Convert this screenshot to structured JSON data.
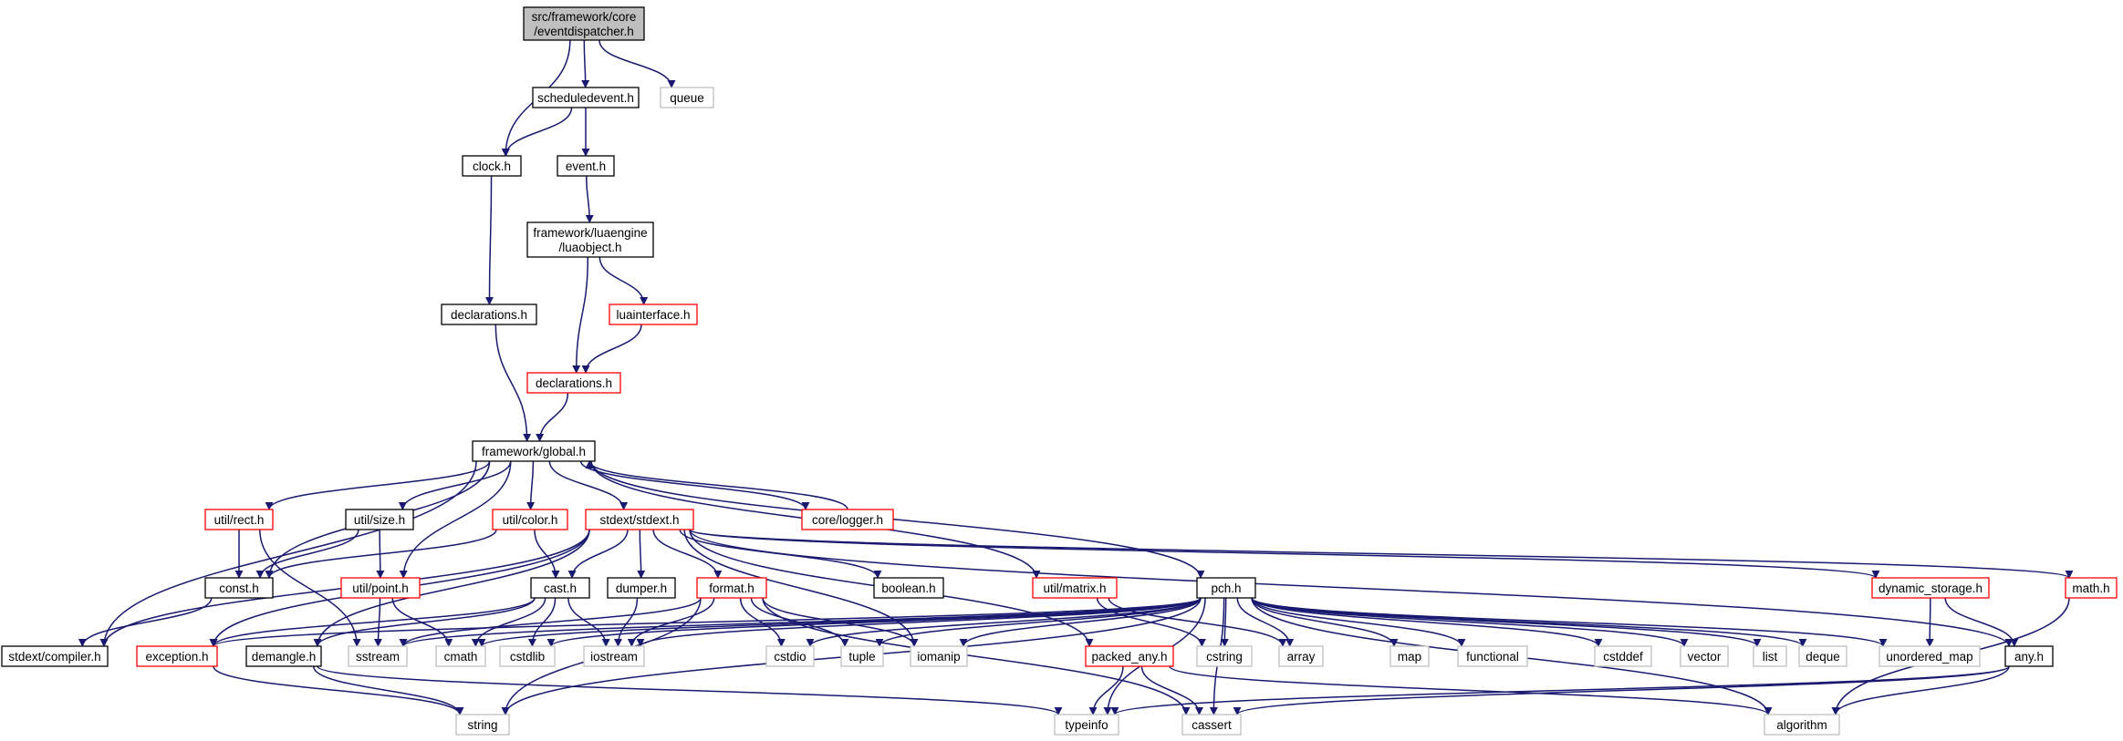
{
  "colors": {
    "edge": "#191970",
    "root_fill": "#bfbfbf",
    "border_documented": "#000000",
    "border_undocumented": "#ff0000",
    "border_external": "#bfbfbf"
  },
  "nodes": [
    {
      "id": "eventdispatcher",
      "lines": [
        "src/framework/core",
        "/eventdispatcher.h"
      ],
      "style": "root"
    },
    {
      "id": "scheduledevent",
      "lines": [
        "scheduledevent.h"
      ],
      "style": "documented"
    },
    {
      "id": "queue",
      "lines": [
        "queue"
      ],
      "style": "external"
    },
    {
      "id": "clock",
      "lines": [
        "clock.h"
      ],
      "style": "documented"
    },
    {
      "id": "event",
      "lines": [
        "event.h"
      ],
      "style": "documented"
    },
    {
      "id": "luaobject",
      "lines": [
        "framework/luaengine",
        "/luaobject.h"
      ],
      "style": "documented"
    },
    {
      "id": "declarations1",
      "lines": [
        "declarations.h"
      ],
      "style": "documented"
    },
    {
      "id": "luainterface",
      "lines": [
        "luainterface.h"
      ],
      "style": "undocumented"
    },
    {
      "id": "declarations2",
      "lines": [
        "declarations.h"
      ],
      "style": "undocumented"
    },
    {
      "id": "global",
      "lines": [
        "framework/global.h"
      ],
      "style": "documented"
    },
    {
      "id": "rect",
      "lines": [
        "util/rect.h"
      ],
      "style": "undocumented"
    },
    {
      "id": "size",
      "lines": [
        "util/size.h"
      ],
      "style": "documented"
    },
    {
      "id": "color",
      "lines": [
        "util/color.h"
      ],
      "style": "undocumented"
    },
    {
      "id": "stdext",
      "lines": [
        "stdext/stdext.h"
      ],
      "style": "undocumented"
    },
    {
      "id": "logger",
      "lines": [
        "core/logger.h"
      ],
      "style": "undocumented"
    },
    {
      "id": "const",
      "lines": [
        "const.h"
      ],
      "style": "documented"
    },
    {
      "id": "point",
      "lines": [
        "util/point.h"
      ],
      "style": "undocumented"
    },
    {
      "id": "cast",
      "lines": [
        "cast.h"
      ],
      "style": "documented"
    },
    {
      "id": "dumper",
      "lines": [
        "dumper.h"
      ],
      "style": "documented"
    },
    {
      "id": "format",
      "lines": [
        "format.h"
      ],
      "style": "undocumented"
    },
    {
      "id": "boolean",
      "lines": [
        "boolean.h"
      ],
      "style": "documented"
    },
    {
      "id": "matrix",
      "lines": [
        "util/matrix.h"
      ],
      "style": "undocumented"
    },
    {
      "id": "pch",
      "lines": [
        "pch.h"
      ],
      "style": "documented"
    },
    {
      "id": "dynstorage",
      "lines": [
        "dynamic_storage.h"
      ],
      "style": "undocumented"
    },
    {
      "id": "math",
      "lines": [
        "math.h"
      ],
      "style": "undocumented"
    },
    {
      "id": "compiler",
      "lines": [
        "stdext/compiler.h"
      ],
      "style": "documented"
    },
    {
      "id": "exception",
      "lines": [
        "exception.h"
      ],
      "style": "undocumented"
    },
    {
      "id": "demangle",
      "lines": [
        "demangle.h"
      ],
      "style": "documented"
    },
    {
      "id": "sstream",
      "lines": [
        "sstream"
      ],
      "style": "external"
    },
    {
      "id": "cmath",
      "lines": [
        "cmath"
      ],
      "style": "external"
    },
    {
      "id": "cstdlib",
      "lines": [
        "cstdlib"
      ],
      "style": "external"
    },
    {
      "id": "iostream",
      "lines": [
        "iostream"
      ],
      "style": "external"
    },
    {
      "id": "cstdio",
      "lines": [
        "cstdio"
      ],
      "style": "external"
    },
    {
      "id": "tuple",
      "lines": [
        "tuple"
      ],
      "style": "external"
    },
    {
      "id": "iomanip",
      "lines": [
        "iomanip"
      ],
      "style": "external"
    },
    {
      "id": "packedany",
      "lines": [
        "packed_any.h"
      ],
      "style": "undocumented"
    },
    {
      "id": "cstring",
      "lines": [
        "cstring"
      ],
      "style": "external"
    },
    {
      "id": "array",
      "lines": [
        "array"
      ],
      "style": "external"
    },
    {
      "id": "map",
      "lines": [
        "map"
      ],
      "style": "external"
    },
    {
      "id": "functional",
      "lines": [
        "functional"
      ],
      "style": "external"
    },
    {
      "id": "cstddef",
      "lines": [
        "cstddef"
      ],
      "style": "external"
    },
    {
      "id": "vector",
      "lines": [
        "vector"
      ],
      "style": "external"
    },
    {
      "id": "list",
      "lines": [
        "list"
      ],
      "style": "external"
    },
    {
      "id": "deque",
      "lines": [
        "deque"
      ],
      "style": "external"
    },
    {
      "id": "unorderedmap",
      "lines": [
        "unordered_map"
      ],
      "style": "external"
    },
    {
      "id": "any",
      "lines": [
        "any.h"
      ],
      "style": "documented"
    },
    {
      "id": "string",
      "lines": [
        "string"
      ],
      "style": "external"
    },
    {
      "id": "typeinfo",
      "lines": [
        "typeinfo"
      ],
      "style": "external"
    },
    {
      "id": "cassert",
      "lines": [
        "cassert"
      ],
      "style": "external"
    },
    {
      "id": "algorithm",
      "lines": [
        "algorithm"
      ],
      "style": "external"
    }
  ],
  "edges": [
    [
      "eventdispatcher",
      "scheduledevent"
    ],
    [
      "eventdispatcher",
      "queue"
    ],
    [
      "eventdispatcher",
      "clock"
    ],
    [
      "scheduledevent",
      "clock"
    ],
    [
      "scheduledevent",
      "event"
    ],
    [
      "clock",
      "declarations1"
    ],
    [
      "event",
      "luaobject"
    ],
    [
      "luaobject",
      "declarations2"
    ],
    [
      "luaobject",
      "luainterface"
    ],
    [
      "luainterface",
      "declarations2"
    ],
    [
      "declarations1",
      "global"
    ],
    [
      "declarations2",
      "global"
    ],
    [
      "global",
      "compiler"
    ],
    [
      "global",
      "rect"
    ],
    [
      "global",
      "size"
    ],
    [
      "global",
      "const"
    ],
    [
      "global",
      "point"
    ],
    [
      "global",
      "color"
    ],
    [
      "global",
      "stdext"
    ],
    [
      "global",
      "logger"
    ],
    [
      "global",
      "matrix"
    ],
    [
      "global",
      "pch"
    ],
    [
      "logger",
      "global"
    ],
    [
      "rect",
      "const"
    ],
    [
      "rect",
      "sstream"
    ],
    [
      "size",
      "const"
    ],
    [
      "size",
      "point"
    ],
    [
      "color",
      "const"
    ],
    [
      "color",
      "cast"
    ],
    [
      "point",
      "cmath"
    ],
    [
      "point",
      "sstream"
    ],
    [
      "const",
      "compiler"
    ],
    [
      "stdext",
      "compiler"
    ],
    [
      "stdext",
      "cast"
    ],
    [
      "stdext",
      "dumper"
    ],
    [
      "stdext",
      "format"
    ],
    [
      "stdext",
      "boolean"
    ],
    [
      "stdext",
      "demangle"
    ],
    [
      "stdext",
      "exception"
    ],
    [
      "stdext",
      "packedany"
    ],
    [
      "stdext",
      "dynstorage"
    ],
    [
      "stdext",
      "math"
    ],
    [
      "stdext",
      "any"
    ],
    [
      "stdext",
      "iomanip"
    ],
    [
      "cast",
      "exception"
    ],
    [
      "cast",
      "demangle"
    ],
    [
      "cast",
      "cmath"
    ],
    [
      "cast",
      "cstdlib"
    ],
    [
      "cast",
      "iostream"
    ],
    [
      "dumper",
      "iostream"
    ],
    [
      "format",
      "string"
    ],
    [
      "format",
      "iostream"
    ],
    [
      "format",
      "cstdio"
    ],
    [
      "format",
      "tuple"
    ],
    [
      "format",
      "iomanip"
    ],
    [
      "format",
      "cassert"
    ],
    [
      "format",
      "sstream"
    ],
    [
      "matrix",
      "array"
    ],
    [
      "matrix",
      "cstring"
    ],
    [
      "pch",
      "exception"
    ],
    [
      "pch",
      "sstream"
    ],
    [
      "pch",
      "cmath"
    ],
    [
      "pch",
      "cstdlib"
    ],
    [
      "pch",
      "iostream"
    ],
    [
      "pch",
      "cstdio"
    ],
    [
      "pch",
      "tuple"
    ],
    [
      "pch",
      "iomanip"
    ],
    [
      "pch",
      "cstring"
    ],
    [
      "pch",
      "array"
    ],
    [
      "pch",
      "map"
    ],
    [
      "pch",
      "functional"
    ],
    [
      "pch",
      "cstddef"
    ],
    [
      "pch",
      "vector"
    ],
    [
      "pch",
      "list"
    ],
    [
      "pch",
      "deque"
    ],
    [
      "pch",
      "unorderedmap"
    ],
    [
      "pch",
      "string"
    ],
    [
      "pch",
      "typeinfo"
    ],
    [
      "pch",
      "cassert"
    ],
    [
      "pch",
      "algorithm"
    ],
    [
      "dynstorage",
      "unorderedmap"
    ],
    [
      "dynstorage",
      "any"
    ],
    [
      "math",
      "algorithm"
    ],
    [
      "exception",
      "string"
    ],
    [
      "demangle",
      "string"
    ],
    [
      "demangle",
      "typeinfo"
    ],
    [
      "packedany",
      "typeinfo"
    ],
    [
      "packedany",
      "cassert"
    ],
    [
      "packedany",
      "algorithm"
    ],
    [
      "any",
      "typeinfo"
    ],
    [
      "any",
      "cassert"
    ],
    [
      "any",
      "algorithm"
    ]
  ]
}
